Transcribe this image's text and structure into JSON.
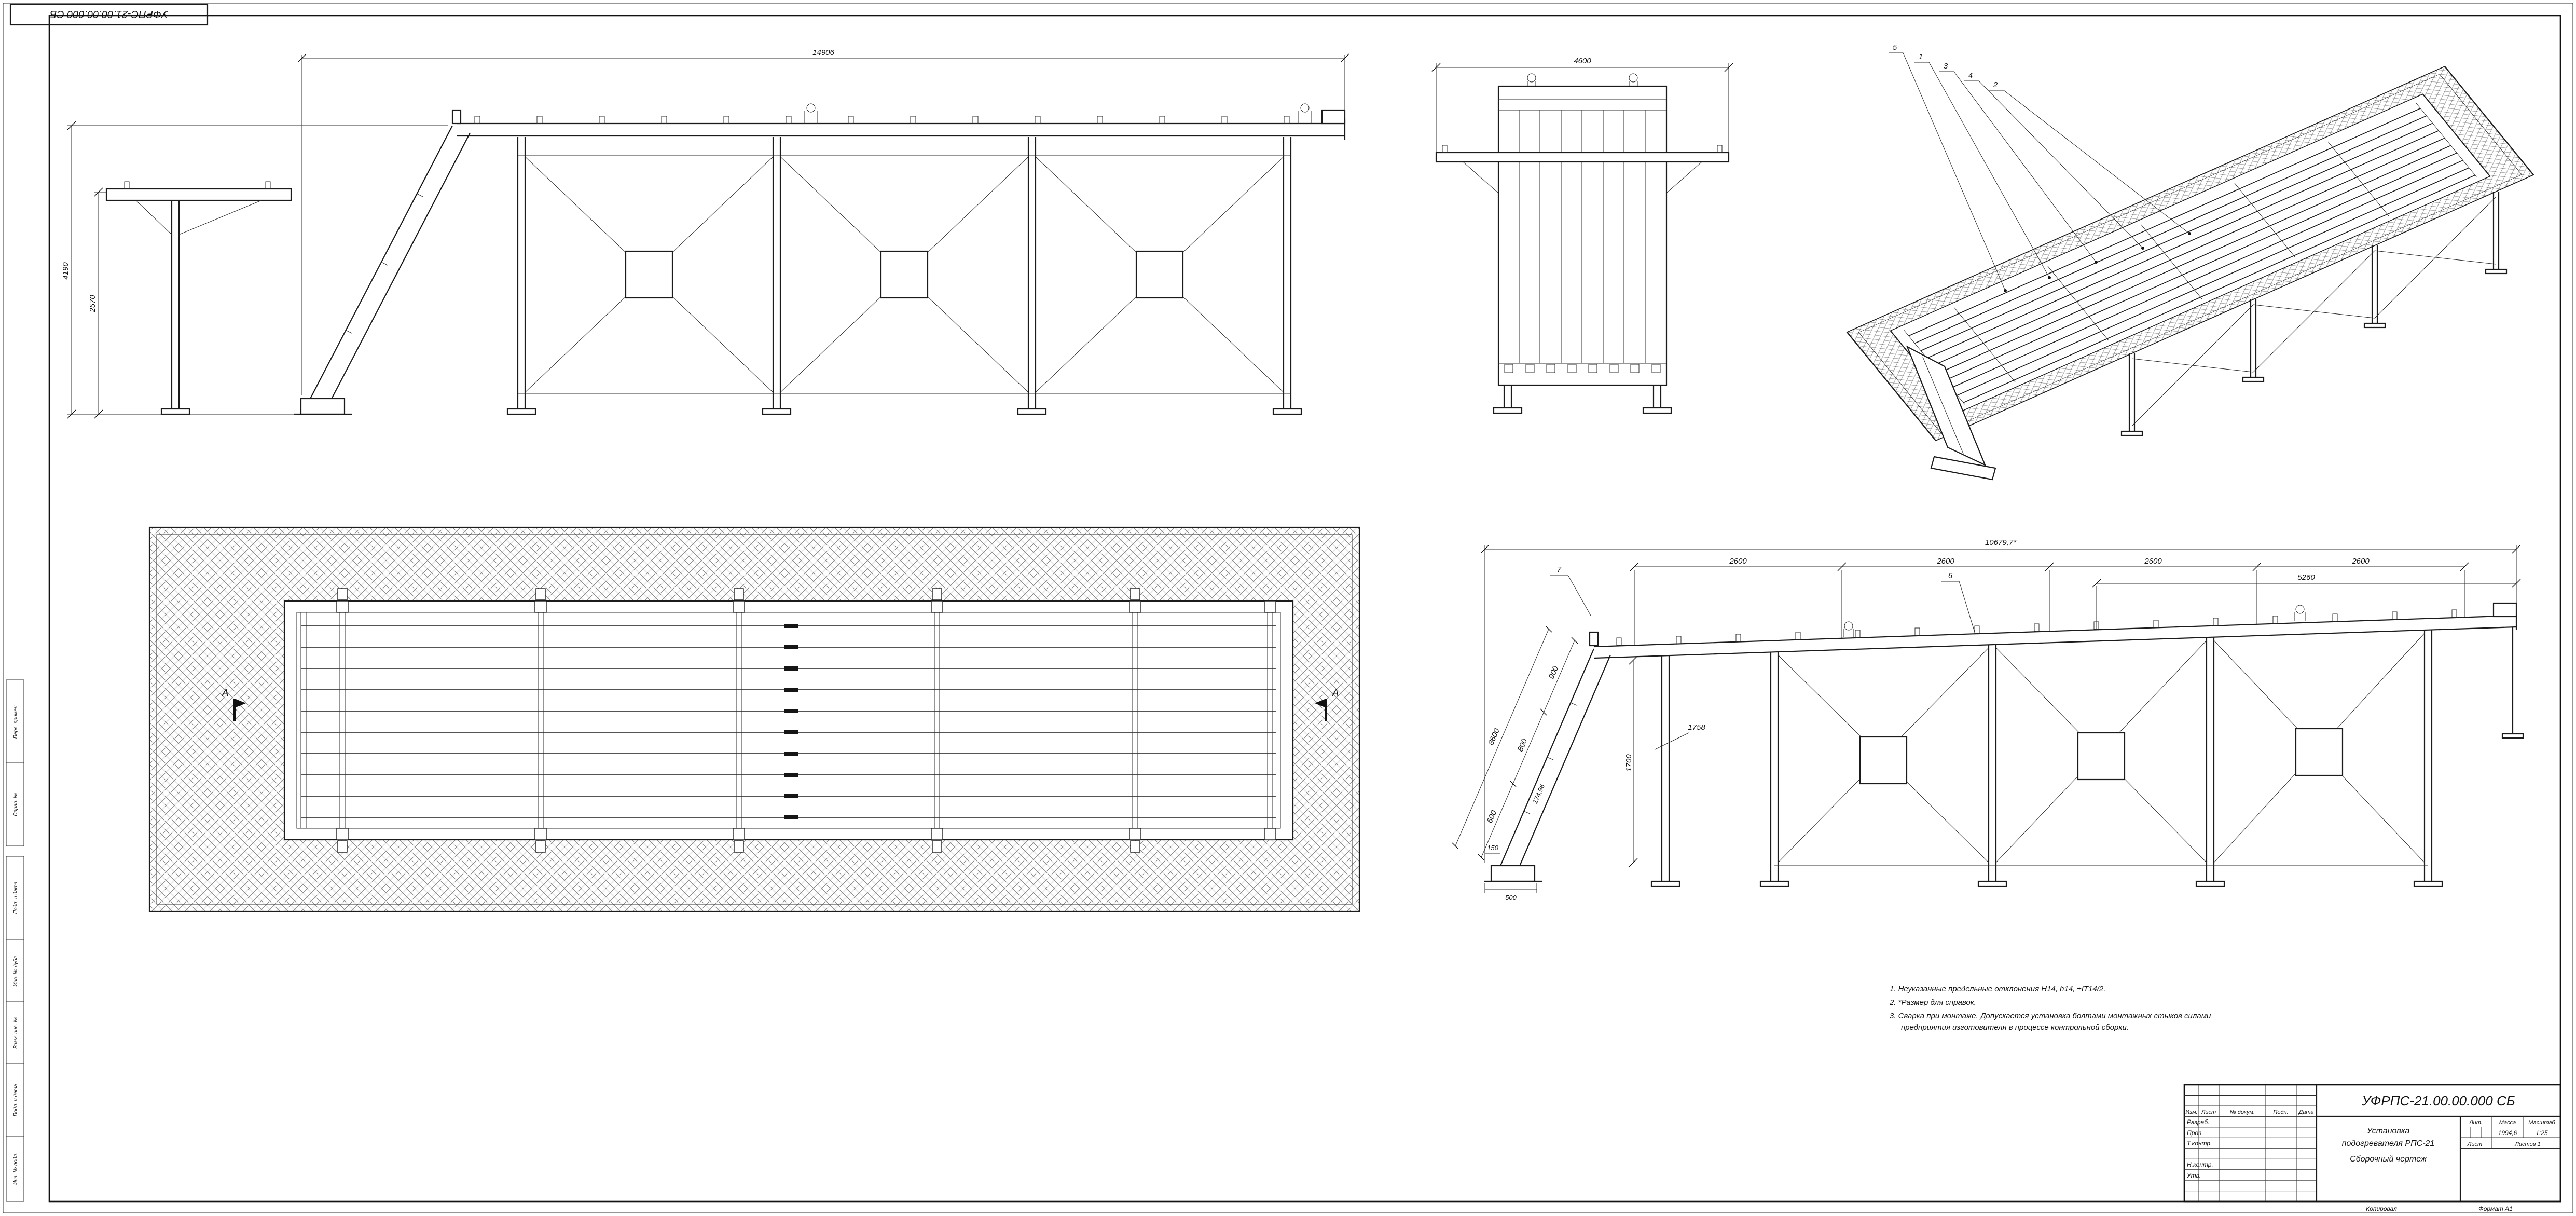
{
  "sheet": {
    "corner_stamp": "УФРПС-21.00.00.000 СБ",
    "margin_labels": [
      "Перв. примен.",
      "Справ. №",
      "Подп. и дата",
      "Инв. № дубл.",
      "Взам. инв. №",
      "Подп. и дата",
      "Инв. № подл."
    ],
    "copied_label": "Копировал",
    "format_label": "Формат А1"
  },
  "views": {
    "side": {
      "dim_total": "14906",
      "dim_h1": "4190",
      "dim_h2": "2570"
    },
    "front": {
      "dim_width": "4600"
    },
    "iso": {
      "callouts": [
        "5",
        "1",
        "3",
        "4",
        "2"
      ]
    },
    "plan": {
      "section_a": "А"
    },
    "side2": {
      "dim_total": "10679,7*",
      "spans": [
        "2600",
        "2600",
        "2600",
        "2600"
      ],
      "dim_right": "5260",
      "v1": "900",
      "v2": "800",
      "v3": "600",
      "v4": "8600",
      "v5": "1700",
      "v6": "1758",
      "v7": "150",
      "v8": "500",
      "v9": "174,96",
      "callout7": "7",
      "callout6": "6"
    }
  },
  "notes": {
    "l1": "1. Неуказанные предельные отклонения Н14, h14, ±IT14/2.",
    "l2": "2. *Размер для справок.",
    "l3": "3. Сварка при монтаже. Допускается установка болтами монтажных стыков силами",
    "l4": "предприятия изготовителя в процессе контрольной сборки."
  },
  "title_block": {
    "designation": "УФРПС-21.00.00.000 СБ",
    "name1": "Установка",
    "name2": "подогревателя РПС-21",
    "name3": "Сборочный чертеж",
    "cols": [
      "Изм.",
      "Лист",
      "№ докум.",
      "Подп.",
      "Дата"
    ],
    "roles": [
      "Разраб.",
      "Пров.",
      "Т.контр.",
      "Н.контр.",
      "Утв."
    ],
    "lit_label": "Лит.",
    "mass_label": "Масса",
    "scale_label": "Масштаб",
    "mass": "1994,6",
    "scale": "1:25",
    "sheet_label": "Лист",
    "sheets_label": "Листов 1"
  }
}
